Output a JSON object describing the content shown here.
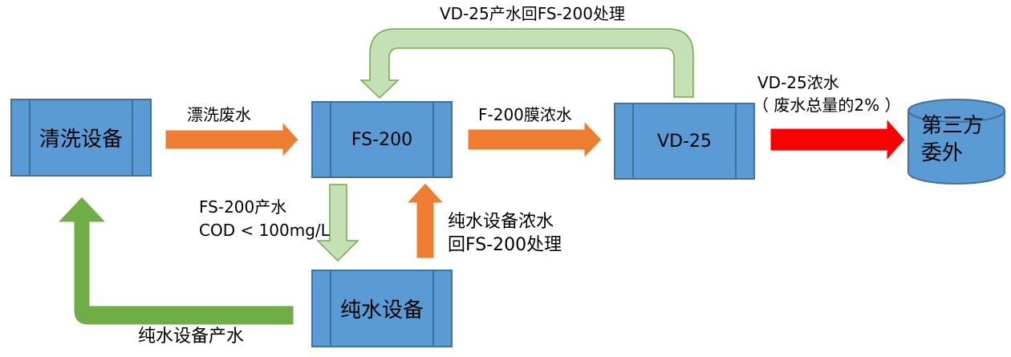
{
  "nodes": {
    "washer": "清洗设备",
    "fs200": "FS-200",
    "vd25": "VD-25",
    "pure_water": "纯水设备",
    "third_party_line1": "第三方",
    "third_party_line2": "委外"
  },
  "edges": {
    "rinse_wastewater": "漂洗废水",
    "f200_membrane_concentrate": "F-200膜浓水",
    "vd25_output_back": "VD-25产水回FS-200处理",
    "vd25_concentrate_line1": "VD-25浓水",
    "vd25_concentrate_line2": "（ 废水总量的2% ）",
    "fs200_output_line1": "FS-200产水",
    "fs200_output_line2": "COD < 100mg/L",
    "pure_concentrate_line1": "纯水设备浓水",
    "pure_concentrate_line2": "回FS-200处理",
    "pure_output": "纯水设备产水"
  },
  "colors": {
    "box_fill": "#5B9BD5",
    "box_stroke": "#41719C",
    "orange_arrow": "#ED7D31",
    "red_arrow": "#FF0000",
    "light_green_arrow": "#C5E0B4",
    "light_green_stroke": "#70AD47",
    "dark_green_arrow": "#70AD47"
  }
}
